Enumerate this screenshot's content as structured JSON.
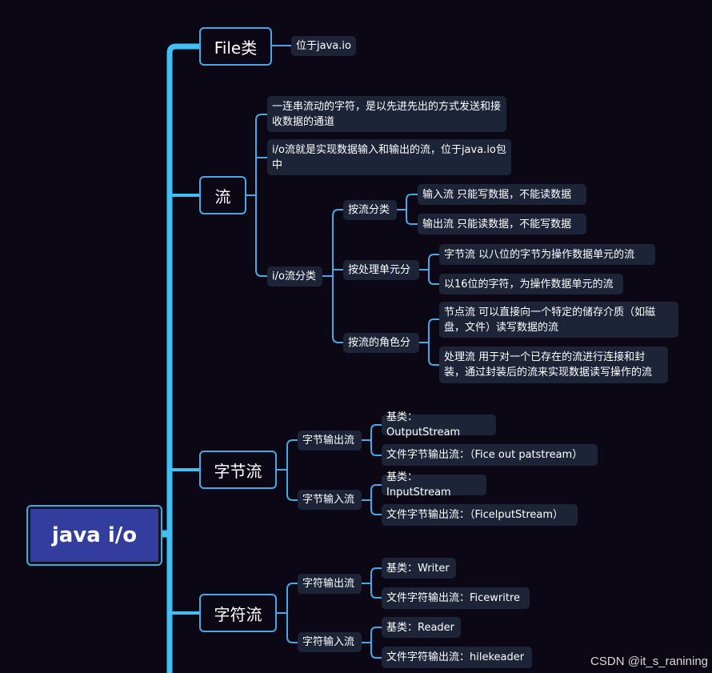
{
  "root": "java i/o",
  "file": {
    "label": "File类",
    "child": "位于java.io"
  },
  "stream": {
    "label": "流",
    "def1": "一连串流动的字符，是以先进先出的方式发送和接收数据的通道",
    "def2": "i/o流就是实现数据输入和输出的流，位于java.io包中",
    "classify": {
      "label": "i/o流分类",
      "by_direction": {
        "label": "按流分类",
        "items": [
          "输入流  只能写数据，不能读数据",
          "输出流  只能读数据，不能写数据"
        ]
      },
      "by_unit": {
        "label": "按处理单元分",
        "items": [
          "字节流   以八位的字节为操作数据单元的流",
          "以16位的字符，为操作数据单元的流"
        ]
      },
      "by_role": {
        "label": "按流的角色分",
        "items": [
          "节点流   可以直接向一个特定的储存介质（如磁盘，文件）读写数据的流",
          "处理流   用于对一个已存在的流进行连接和封装，通过封装后的流来实现数据读写操作的流"
        ]
      }
    }
  },
  "byte_stream": {
    "label": "字节流",
    "output": {
      "label": "字节输出流",
      "items": [
        "基类：OutputStream",
        "文件字节输出流：（Fice out patstream）"
      ]
    },
    "input": {
      "label": "字节输入流",
      "items": [
        "基类：InputStream",
        "文件字节输出流：（FicelputStream）"
      ]
    }
  },
  "char_stream": {
    "label": "字符流",
    "output": {
      "label": "字符输出流",
      "items": [
        "基类：Writer",
        "文件字符输出流：Ficewritre"
      ]
    },
    "input": {
      "label": "字符输入流",
      "items": [
        "基类：Reader",
        "文件字符输出流：hilekeader"
      ]
    }
  },
  "watermark": "CSDN @it_s_ranining",
  "colors": {
    "background": "#0b0714",
    "line": "#49a8e6",
    "trunk": "#3fc1f5",
    "node_fill": "#1d2438",
    "root_fill": "#333d9e"
  }
}
